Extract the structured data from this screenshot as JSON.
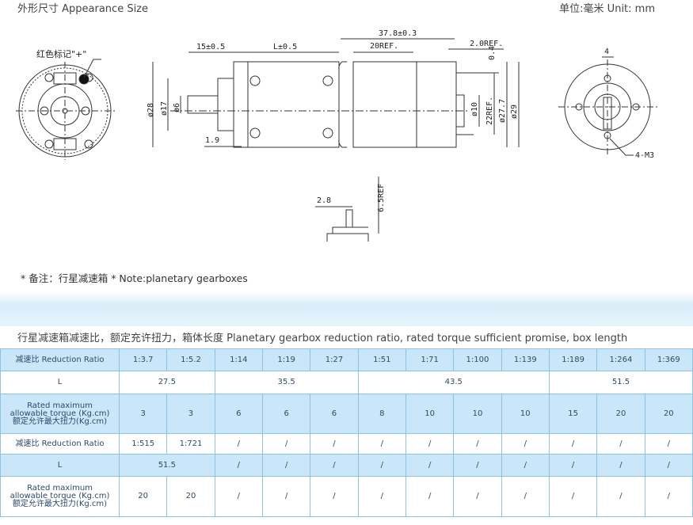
{
  "header": {
    "title": "外形尺寸 Appearance Size",
    "unit": "单位:毫米  Unit: mm"
  },
  "drawing": {
    "red_mark_label": "红色标记\"+\"",
    "dim_15": "15±0.5",
    "dim_L": "L±0.5",
    "dim_37_8": "37.8±0.3",
    "dim_20ref": "20REF.",
    "dim_2ref": "2.0REF.",
    "dim_0_4": "0.4",
    "dim_d28": "ø28",
    "dim_d17": "ø17",
    "dim_d6": "ø6",
    "dim_1_9": "1.9",
    "dim_d10": "ø10",
    "dim_22ref": "22REF.",
    "dim_d27_7": "ø27.7",
    "dim_d29": "ø29",
    "dim_4": "4",
    "dim_4m3": "4-M3",
    "dim_2_8": "2.8",
    "dim_6_5ref": "6.5REF"
  },
  "note": "* 备注：行星减速箱 *  Note:planetary gearboxes",
  "table_title": "行星减速箱减速比，额定充许扭力，箱体长度    Planetary gearbox reduction ratio, rated torque sufficient promise, box length",
  "table": {
    "rows": [
      {
        "style": "blue",
        "label": "减速比   Reduction Ratio",
        "cells": [
          {
            "t": "1:3.7"
          },
          {
            "t": "1:5.2"
          },
          {
            "t": "1:14"
          },
          {
            "t": "1:19"
          },
          {
            "t": "1:27"
          },
          {
            "t": "1:51"
          },
          {
            "t": "1:71"
          },
          {
            "t": "1:100"
          },
          {
            "t": "1:139"
          },
          {
            "t": "1:189"
          },
          {
            "t": "1:264"
          },
          {
            "t": "1:369"
          }
        ]
      },
      {
        "style": "white",
        "label": "L",
        "cells": [
          {
            "t": "27.5",
            "span": 2
          },
          {
            "t": "35.5",
            "span": 3
          },
          {
            "t": "43.5",
            "span": 4
          },
          {
            "t": "51.5",
            "span": 3
          }
        ]
      },
      {
        "style": "blue",
        "label": "Rated maximum\nallowable torque (Kg.cm)\n额定允许最大扭力(Kg.cm)",
        "cells": [
          {
            "t": "3"
          },
          {
            "t": "3"
          },
          {
            "t": "6"
          },
          {
            "t": "6"
          },
          {
            "t": "6"
          },
          {
            "t": "8"
          },
          {
            "t": "10"
          },
          {
            "t": "10"
          },
          {
            "t": "10"
          },
          {
            "t": "15"
          },
          {
            "t": "20"
          },
          {
            "t": "20"
          }
        ]
      },
      {
        "style": "white",
        "label": "减速比   Reduction Ratio",
        "cells": [
          {
            "t": "1:515"
          },
          {
            "t": "1:721"
          },
          {
            "t": "/"
          },
          {
            "t": "/"
          },
          {
            "t": "/"
          },
          {
            "t": "/"
          },
          {
            "t": "/"
          },
          {
            "t": "/"
          },
          {
            "t": "/"
          },
          {
            "t": "/"
          },
          {
            "t": "/"
          },
          {
            "t": "/"
          }
        ]
      },
      {
        "style": "blue",
        "label": "L",
        "cells": [
          {
            "t": "51.5",
            "span": 2
          },
          {
            "t": "/"
          },
          {
            "t": "/"
          },
          {
            "t": "/"
          },
          {
            "t": "/"
          },
          {
            "t": "/"
          },
          {
            "t": "/"
          },
          {
            "t": "/"
          },
          {
            "t": "/"
          },
          {
            "t": "/"
          },
          {
            "t": "/"
          }
        ]
      },
      {
        "style": "white",
        "label": "Rated maximum\nallowable torque (Kg.cm)\n额定允许最大扭力(Kg.cm)",
        "cells": [
          {
            "t": "20"
          },
          {
            "t": "20"
          },
          {
            "t": "/"
          },
          {
            "t": "/"
          },
          {
            "t": "/"
          },
          {
            "t": "/"
          },
          {
            "t": "/"
          },
          {
            "t": "/"
          },
          {
            "t": "/"
          },
          {
            "t": "/"
          },
          {
            "t": "/"
          },
          {
            "t": "/"
          }
        ]
      }
    ]
  }
}
